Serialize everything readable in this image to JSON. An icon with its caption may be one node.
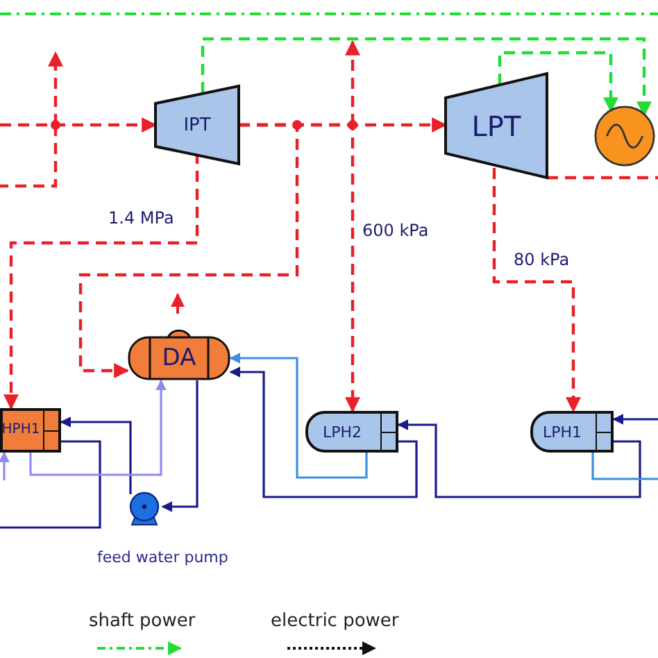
{
  "diagram": {
    "nodes": [
      {
        "text": [
          "IPT"
        ]
      },
      {
        "text": [
          "LPT"
        ]
      },
      {
        "text": [],
        "shape": "circle"
      },
      {
        "text": [
          "DA"
        ]
      },
      {
        "text": [
          "HPH1"
        ]
      },
      {
        "text": [
          "LPH2"
        ]
      },
      {
        "text": [
          "LPH1"
        ]
      },
      {
        "text": [],
        "shape": "circle",
        "beside": [
          "feed water pump"
        ]
      }
    ],
    "edges": [
      {
        "from": null,
        "to": 0,
        "arrow": "to",
        "style": "dashed",
        "color": "#e8202a"
      },
      {
        "from": 0,
        "to": 1,
        "arrow": "to",
        "style": "dashed",
        "color": "#e8202a"
      },
      {
        "from": 0,
        "to": 4,
        "arrow": "to",
        "style": "dashed",
        "color": "#e8202a",
        "label": "1.4 MPa"
      },
      {
        "from": 0,
        "to": 3,
        "arrow": "to",
        "style": "dashed",
        "color": "#e8202a"
      },
      {
        "from": 0,
        "to": 5,
        "arrow": "to",
        "style": "dashed",
        "color": "#e8202a",
        "label": "600 kPa"
      },
      {
        "from": 1,
        "to": 6,
        "arrow": "to",
        "style": "dashed",
        "color": "#e8202a",
        "label": "80 kPa"
      },
      {
        "from": 0,
        "to": 2,
        "arrow": "to",
        "style": "dashed",
        "color": "#22dd33"
      },
      {
        "from": 1,
        "to": 2,
        "arrow": "to",
        "style": "dashed",
        "color": "#22dd33"
      },
      {
        "from": 3,
        "to": 7,
        "arrow": "to",
        "color": "#1a1a8c"
      },
      {
        "from": 7,
        "to": 4,
        "arrow": "to",
        "color": "#1a1a8c"
      },
      {
        "from": 4,
        "to": null,
        "arrow": "none",
        "color": "#1a1a8c"
      },
      {
        "from": 4,
        "to": 3,
        "arrow": "to",
        "color": "#8c8cf0"
      },
      {
        "from": 5,
        "to": 3,
        "arrow": "to",
        "color": "#3b8ee0"
      },
      {
        "from": 5,
        "to": 3,
        "arrow": "to",
        "color": "#1a1a8c"
      },
      {
        "from": 6,
        "to": 5,
        "arrow": "to",
        "color": "#1a1a8c"
      },
      {
        "from": null,
        "to": 6,
        "arrow": "to",
        "color": "#1a1a8c"
      },
      {
        "from": 6,
        "to": null,
        "arrow": "none",
        "color": "#3b8ee0"
      },
      {
        "from": 1,
        "to": null,
        "arrow": "none",
        "style": "dashed",
        "color": "#e8202a"
      },
      {
        "from": null,
        "to": 4,
        "arrow": "to",
        "color": "#8c8cf0"
      }
    ],
    "legend": [
      {
        "text": "shaft power"
      },
      {
        "text": "electric power"
      }
    ]
  }
}
